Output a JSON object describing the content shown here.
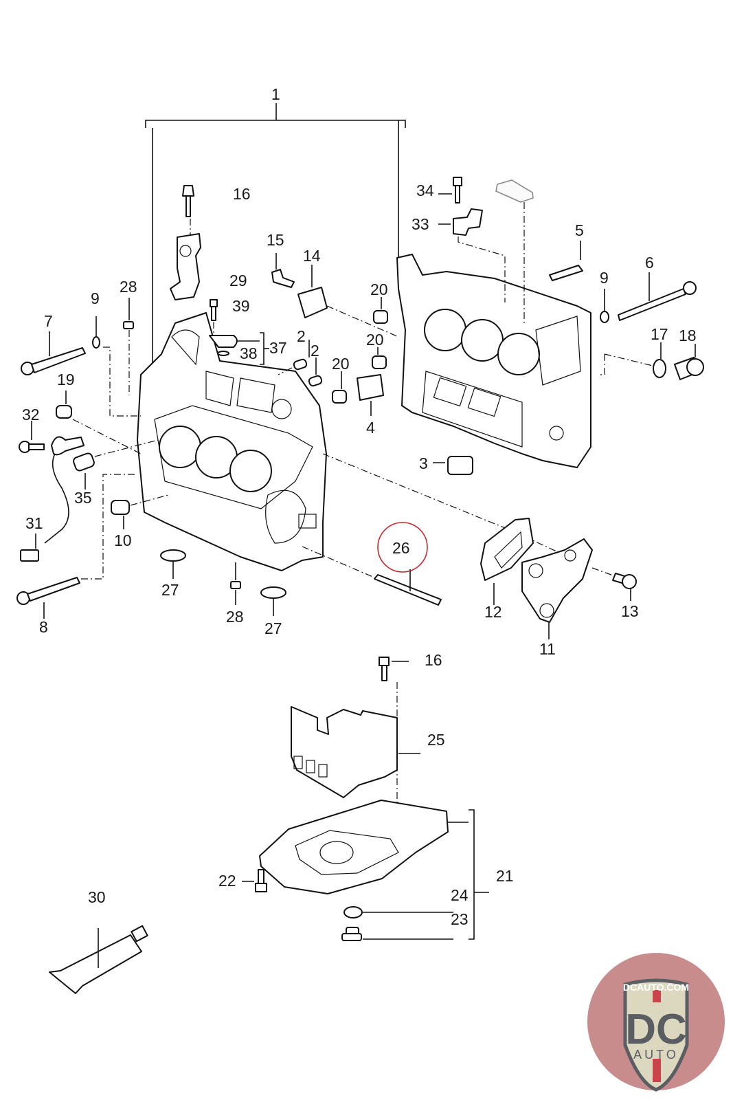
{
  "diagram": {
    "title": "Crankcase exploded view",
    "highlighted_part": "26",
    "highlight_color": "#c8282d",
    "callouts": [
      {
        "id": "c1",
        "label": "1"
      },
      {
        "id": "c2a",
        "label": "2"
      },
      {
        "id": "c2b",
        "label": "2"
      },
      {
        "id": "c3",
        "label": "3"
      },
      {
        "id": "c4",
        "label": "4"
      },
      {
        "id": "c5",
        "label": "5"
      },
      {
        "id": "c6",
        "label": "6"
      },
      {
        "id": "c7",
        "label": "7"
      },
      {
        "id": "c8",
        "label": "8"
      },
      {
        "id": "c9a",
        "label": "9"
      },
      {
        "id": "c9b",
        "label": "9"
      },
      {
        "id": "c10",
        "label": "10"
      },
      {
        "id": "c11",
        "label": "11"
      },
      {
        "id": "c12",
        "label": "12"
      },
      {
        "id": "c13",
        "label": "13"
      },
      {
        "id": "c14",
        "label": "14"
      },
      {
        "id": "c15",
        "label": "15"
      },
      {
        "id": "c16a",
        "label": "16"
      },
      {
        "id": "c16b",
        "label": "16"
      },
      {
        "id": "c17",
        "label": "17"
      },
      {
        "id": "c18",
        "label": "18"
      },
      {
        "id": "c19",
        "label": "19"
      },
      {
        "id": "c20a",
        "label": "20"
      },
      {
        "id": "c20b",
        "label": "20"
      },
      {
        "id": "c20c",
        "label": "20"
      },
      {
        "id": "c21",
        "label": "21"
      },
      {
        "id": "c22",
        "label": "22"
      },
      {
        "id": "c23",
        "label": "23"
      },
      {
        "id": "c24",
        "label": "24"
      },
      {
        "id": "c25",
        "label": "25"
      },
      {
        "id": "c26",
        "label": "26"
      },
      {
        "id": "c27a",
        "label": "27"
      },
      {
        "id": "c27b",
        "label": "27"
      },
      {
        "id": "c28a",
        "label": "28"
      },
      {
        "id": "c28b",
        "label": "28"
      },
      {
        "id": "c29",
        "label": "29"
      },
      {
        "id": "c30",
        "label": "30"
      },
      {
        "id": "c31",
        "label": "31"
      },
      {
        "id": "c32",
        "label": "32"
      },
      {
        "id": "c33",
        "label": "33"
      },
      {
        "id": "c34",
        "label": "34"
      },
      {
        "id": "c35",
        "label": "35"
      },
      {
        "id": "c37",
        "label": "37"
      },
      {
        "id": "c38",
        "label": "38"
      },
      {
        "id": "c39",
        "label": "39"
      }
    ]
  },
  "logo": {
    "site": "DCAUTO.COM",
    "mark": "DC",
    "sub": "AUTO",
    "colors": {
      "badge_bg": "#c98c8c",
      "shield": "#dcd8c0",
      "letters": "#5a5e63",
      "stripe": "#c8444a"
    }
  }
}
